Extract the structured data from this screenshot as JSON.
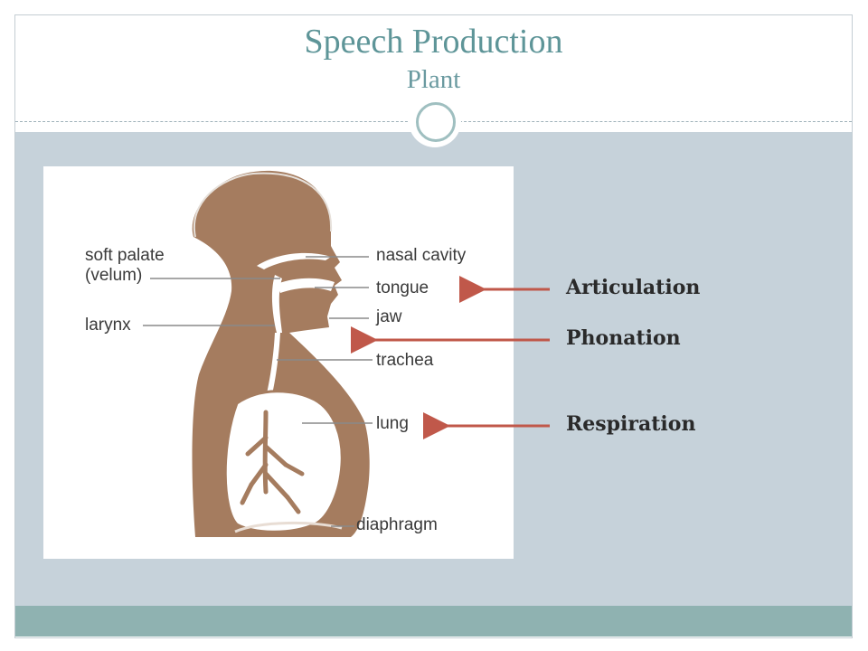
{
  "slide": {
    "title": "Speech Production",
    "subtitle": "Plant"
  },
  "diagram": {
    "labels": {
      "soft_palate": "soft palate",
      "velum": "(velum)",
      "larynx": "larynx",
      "nasal_cavity": "nasal cavity",
      "tongue": "tongue",
      "jaw": "jaw",
      "trachea": "trachea",
      "lung": "lung",
      "diaphragm": "diaphragm"
    },
    "colors": {
      "body": "#a57c5f",
      "airway": "#ffffff",
      "leader_line": "#8a8a8a",
      "arrow": "#c0584a"
    }
  },
  "processes": [
    {
      "label": "Articulation"
    },
    {
      "label": "Phonation"
    },
    {
      "label": "Respiration"
    }
  ],
  "theme": {
    "title_color": "#5e9598",
    "content_bg": "#c6d2da",
    "footer_band": "#8fb2b1"
  }
}
